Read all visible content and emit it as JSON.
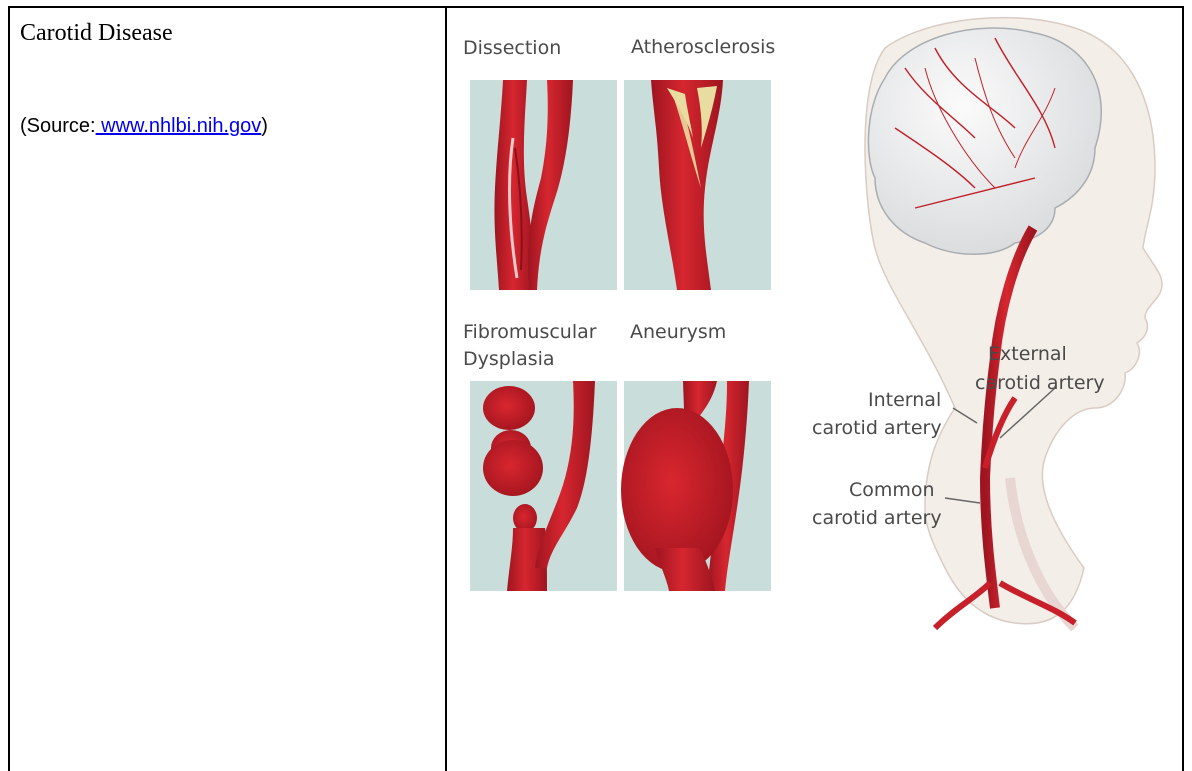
{
  "document": {
    "title": "Carotid Disease",
    "source_prefix": "(Source:",
    "source_link": " www.nhlbi.nih.gov",
    "source_suffix": ")"
  },
  "figure": {
    "labels": {
      "dissection": "Dissection",
      "atherosclerosis": "Atherosclerosis",
      "fibromuscular_1": "Fibromuscular",
      "fibromuscular_2": "Dysplasia",
      "aneurysm": "Aneurysm",
      "external_1": "External",
      "external_2": "carotid artery",
      "internal_1": "Internal",
      "internal_2": "carotid artery",
      "common_1": "Common",
      "common_2": "carotid artery"
    },
    "colors": {
      "artery_red": "#c8202a",
      "artery_dark": "#9e1520",
      "panel_bg": "#c9dedb",
      "plaque": "#e8dca0",
      "skin": "#f4eee8",
      "brain": "#ececec"
    }
  }
}
